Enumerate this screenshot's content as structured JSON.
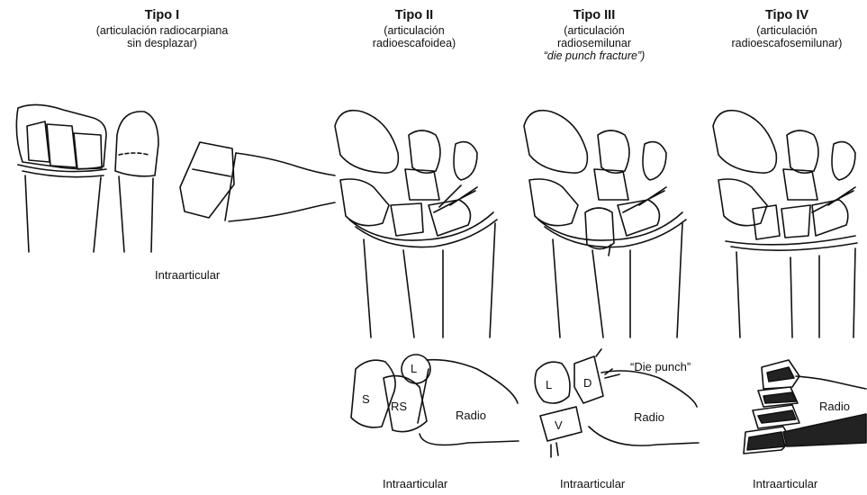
{
  "types": [
    {
      "title": "Tipo I",
      "lines": [
        "(articulación radiocarpiana",
        "sin desplazar)"
      ]
    },
    {
      "title": "Tipo II",
      "lines": [
        "(articulación",
        "radioescafoidea)"
      ]
    },
    {
      "title": "Tipo III",
      "lines": [
        "(articulación",
        "radiosemilunar",
        "“die punch fracture”)"
      ]
    },
    {
      "title": "Tipo IV",
      "lines": [
        "(articulación",
        "radioescafosemilunar)"
      ]
    }
  ],
  "captions": {
    "type1": "Intraarticular",
    "type2": "Intraarticular",
    "type3": "Intraarticular",
    "type4": "Intraarticular"
  },
  "labels": {
    "s": "S",
    "rs": "RS",
    "l": "L",
    "radio": "Radio",
    "d": "D",
    "v": "V",
    "die_punch": "“Die punch”"
  }
}
